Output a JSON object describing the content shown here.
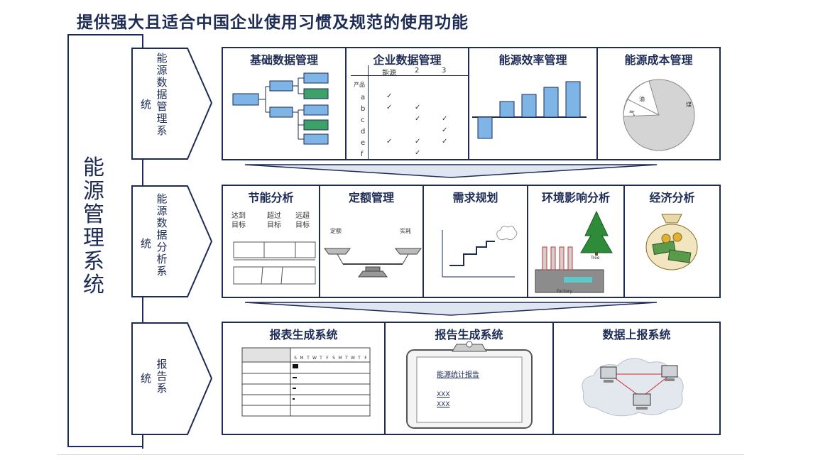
{
  "title": "提供强大且适合中国企业使用习惯及规范的使用功能",
  "main_label": "能源管理系统",
  "rows": [
    {
      "side_vertical": "能源数据管理系",
      "side_horizontal": "统",
      "cells": [
        {
          "title": "基础数据管理"
        },
        {
          "title": "企业数据管理",
          "cols": [
            "能源",
            "2",
            "3"
          ],
          "rows_label": "产品",
          "row_letters": [
            "a",
            "b",
            "c",
            "d",
            "e",
            "f"
          ],
          "check": "✓"
        },
        {
          "title": "能源效率管理",
          "bar_values": [
            -30,
            22,
            32,
            42,
            50
          ]
        },
        {
          "title": "能源成本管理",
          "pie_labels": [
            "煤",
            "油",
            "气"
          ]
        }
      ]
    },
    {
      "side_vertical": "能源数据分析系",
      "side_horizontal": "统",
      "cells": [
        {
          "title": "节能分析",
          "heads": [
            "达到目标",
            "超过目标",
            "远超目标"
          ]
        },
        {
          "title": "定额管理",
          "left": "定额",
          "right": "实耗"
        },
        {
          "title": "需求规划"
        },
        {
          "title": "环境影响分析",
          "tree_label": "Tree",
          "factory_label": "Factory"
        },
        {
          "title": "经济分析"
        }
      ]
    },
    {
      "side_vertical": "报告系",
      "side_horizontal": "统",
      "cells": [
        {
          "title": "报表生成系统",
          "days": [
            "S",
            "M",
            "T",
            "W",
            "T",
            "F",
            "S",
            "M",
            "T",
            "W",
            "T",
            "F"
          ]
        },
        {
          "title": "报告生成系统",
          "doc_title": "能源统计报告",
          "doc_lines": [
            "XXX",
            "XXX"
          ]
        },
        {
          "title": "数据上报系统"
        }
      ]
    }
  ],
  "colors": {
    "navy": "#1d2b55",
    "blue": "#7fb4e6",
    "green": "#3fa16a",
    "gray": "#cfcfcf"
  }
}
